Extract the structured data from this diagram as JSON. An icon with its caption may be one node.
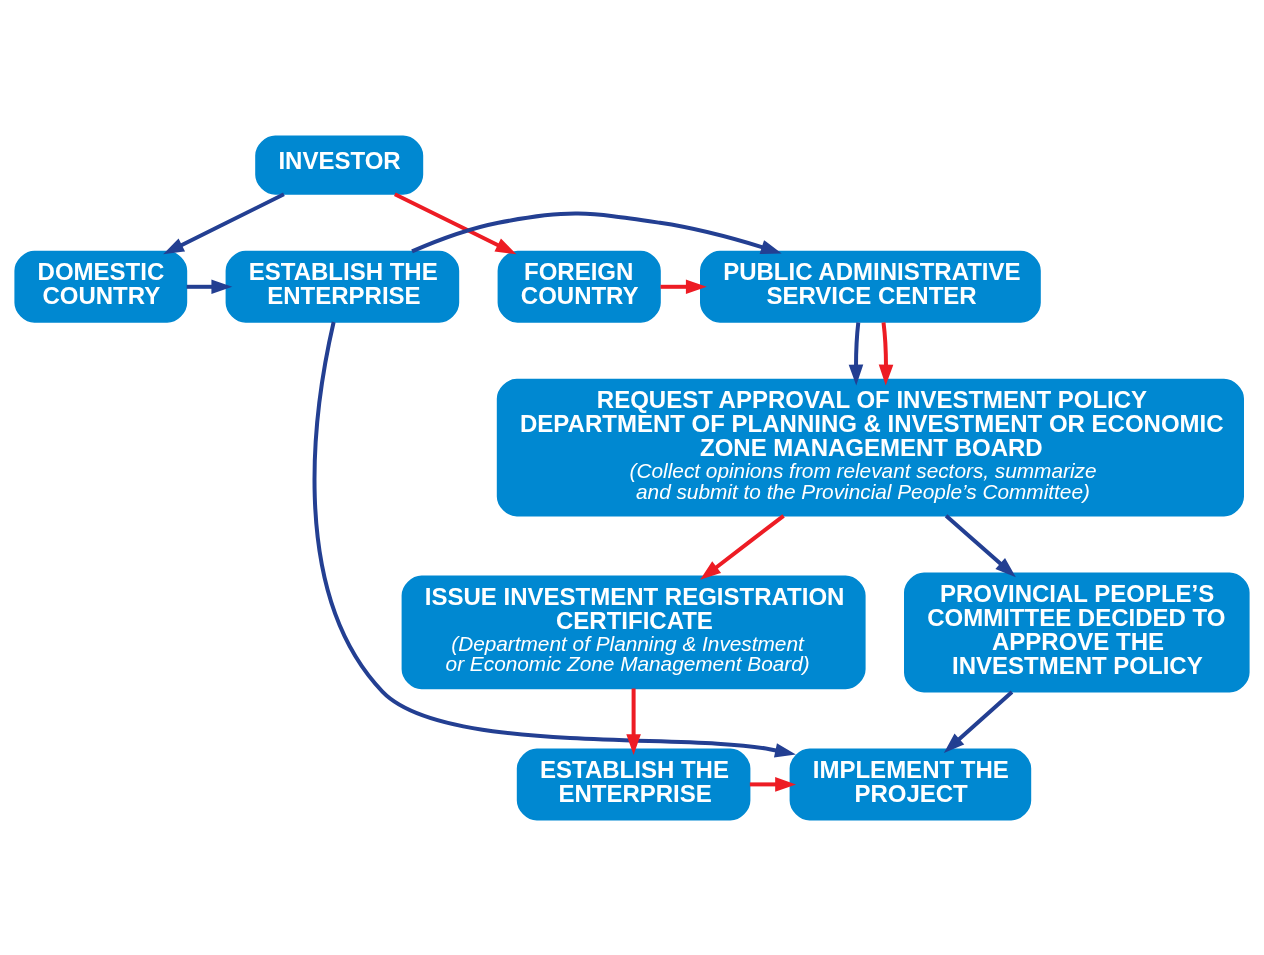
{
  "diagram": {
    "nodes": [
      {
        "text": [
          "INVESTOR"
        ]
      },
      {
        "text": [
          "DOMESTIC COUNTRY"
        ]
      },
      {
        "text": [
          "ESTABLISH THE ENTERPRISE"
        ]
      },
      {
        "text": [
          "PUBLIC ADMINISTRATIVE SERVICE CENTER"
        ]
      },
      {
        "text": [
          "FOREIGN COUNTRY"
        ]
      },
      {
        "text": [
          "REQUEST APPROVAL OF INVESTMENT POLICY",
          "DEPARTMENT OF PLANNING & INVESTMENT OR ECONOMIC ZONE MANAGEMENT BOARD",
          "(Collect opinions from relevant sectors, summarize and submit to the Provincial People’s Committee)"
        ]
      },
      {
        "text": [
          "PROVINCIAL PEOPLE’S COMMITTEE DECIDED TO APPROVE THE INVESTMENT POLICY"
        ]
      },
      {
        "text": [
          "ISSUE INVESTMENT REGISTRATION CERTIFICATE",
          "(Department of Planning & Investment or Economic Zone Management Board)"
        ]
      },
      {
        "text": [
          "IMPLEMENT THE PROJECT"
        ]
      },
      {
        "text": [
          "ESTABLISH THE ENTERPRISE"
        ]
      }
    ],
    "edges": [
      {
        "from": 0,
        "to": 1,
        "arrow": "to",
        "color": "#233f92"
      },
      {
        "from": 0,
        "to": 4,
        "arrow": "to",
        "color": "#ed1c24"
      },
      {
        "from": 1,
        "to": 2,
        "arrow": "to",
        "color": "#233f92"
      },
      {
        "from": 2,
        "to": 3,
        "arrow": "to",
        "color": "#233f92"
      },
      {
        "from": 4,
        "to": 3,
        "arrow": "to",
        "color": "#ed1c24"
      },
      {
        "from": 3,
        "to": 5,
        "arrow": "to",
        "color": "#233f92"
      },
      {
        "from": 3,
        "to": 5,
        "arrow": "to",
        "color": "#ed1c24"
      },
      {
        "from": 2,
        "to": 8,
        "arrow": "to",
        "color": "#233f92"
      },
      {
        "from": 5,
        "to": 6,
        "arrow": "to",
        "color": "#233f92"
      },
      {
        "from": 5,
        "to": 7,
        "arrow": "to",
        "color": "#ed1c24"
      },
      {
        "from": 6,
        "to": 8,
        "arrow": "to",
        "color": "#233f92"
      },
      {
        "from": 7,
        "to": 9,
        "arrow": "to",
        "color": "#ed1c24"
      },
      {
        "from": 9,
        "to": 8,
        "arrow": "to",
        "color": "#ed1c24"
      }
    ]
  }
}
